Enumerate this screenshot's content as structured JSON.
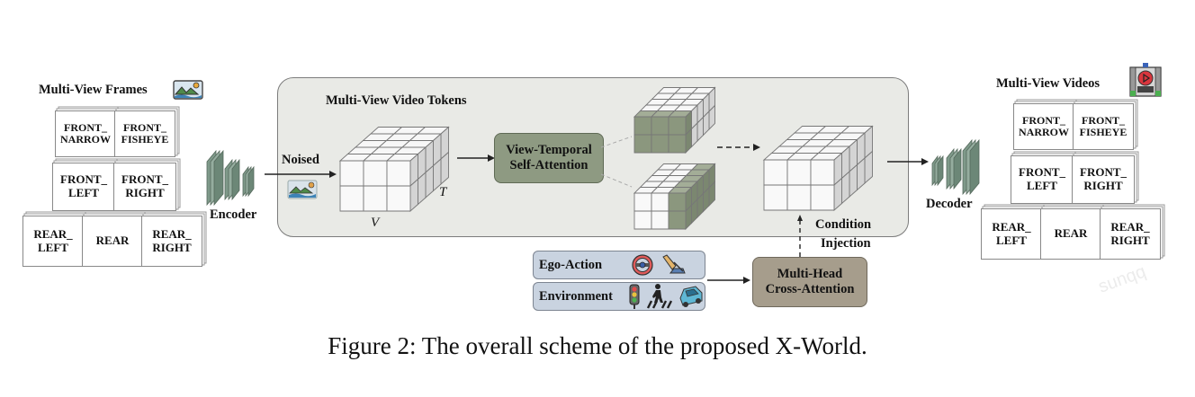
{
  "figure": {
    "caption": "Figure 2: The overall scheme of the proposed X-World.",
    "watermark": "sunqq"
  },
  "input": {
    "title": "Multi-View Frames",
    "title_icon": "landscape-image-icon",
    "rows": [
      [
        "FRONT_\nNARROW",
        "FRONT_\nFISHEYE"
      ],
      [
        "FRONT_\nLEFT",
        "FRONT_\nRIGHT"
      ],
      [
        "REAR_\nLEFT",
        "REAR",
        "REAR_\nRIGHT"
      ]
    ]
  },
  "encoder": {
    "label": "Encoder",
    "icon": "encoder-layers-icon"
  },
  "noised": {
    "label": "Noised",
    "icon": "landscape-image-icon"
  },
  "tokens": {
    "title": "Multi-View Video Tokens",
    "axis_v": "V",
    "axis_t": "T"
  },
  "attention": {
    "label_line1": "View-Temporal",
    "label_line2": "Self-Attention"
  },
  "condition": {
    "label_line1": "Condition",
    "label_line2": "Injection",
    "inputs": [
      {
        "label": "Ego-Action",
        "icons": [
          "steering-wheel-icon",
          "pedal-icon"
        ]
      },
      {
        "label": "Environment",
        "icons": [
          "traffic-light-icon",
          "pedestrian-crossing-icon",
          "car-icon"
        ]
      }
    ]
  },
  "cross_attention": {
    "label_line1": "Multi-Head",
    "label_line2": "Cross-Attention"
  },
  "decoder": {
    "label": "Decoder",
    "icon": "decoder-layers-icon"
  },
  "output": {
    "title": "Multi-View Videos",
    "title_icon": "video-play-icon",
    "rows": [
      [
        "FRONT_\nNARROW",
        "FRONT_\nFISHEYE"
      ],
      [
        "FRONT_\nLEFT",
        "FRONT_\nRIGHT"
      ],
      [
        "REAR_\nLEFT",
        "REAR",
        "REAR_\nRIGHT"
      ]
    ]
  },
  "colors": {
    "panel_bg": "#e9eae6",
    "attention_fill": "#8e9a82",
    "cross_attention_fill": "#a69d8c",
    "condition_fill": "#c9d3e0",
    "token_green": "#8b977e",
    "encoder_green": "#7f9a8a"
  }
}
